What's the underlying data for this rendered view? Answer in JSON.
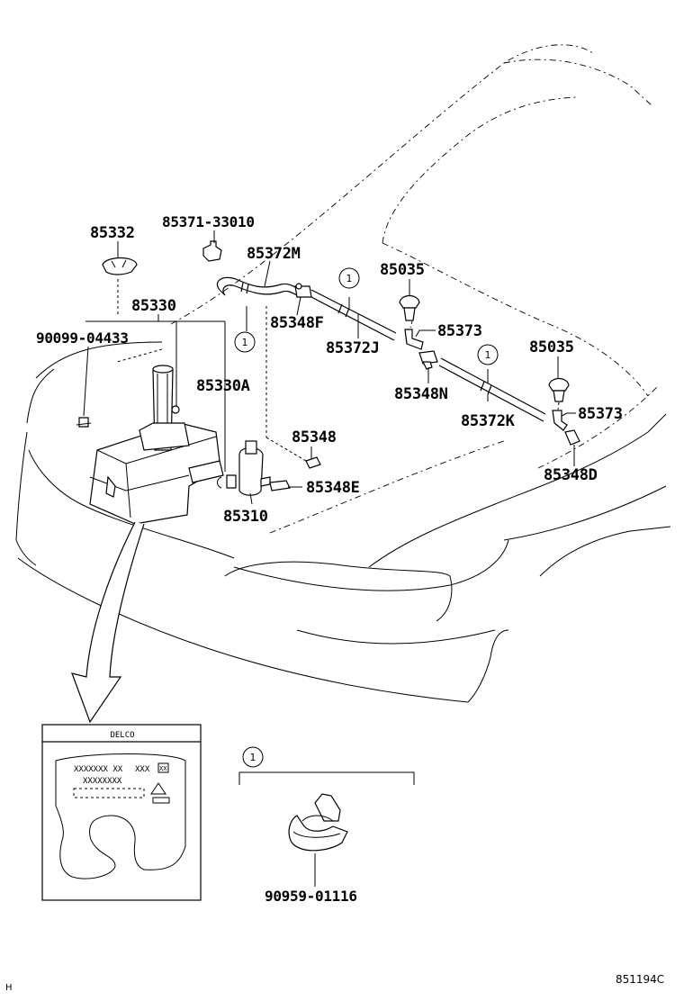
{
  "labels": {
    "p85332": "85332",
    "p85371": "85371-33010",
    "p85372M": "85372M",
    "p85330": "85330",
    "p90099": "90099-04433",
    "p85348F": "85348F",
    "p85372J": "85372J",
    "p85035a": "85035",
    "p85373a": "85373",
    "p85330A": "85330A",
    "p85348N": "85348N",
    "p85035b": "85035",
    "p85372K": "85372K",
    "p85373b": "85373",
    "p85348": "85348",
    "p85348E": "85348E",
    "p85310": "85310",
    "p85348D": "85348D",
    "p90959": "90959-01116"
  },
  "callout": "1",
  "inset": {
    "brand": "DELCO",
    "line1a": "XXXXXXX XX",
    "line1b": "XXX",
    "line1c": "XX",
    "line2": "XXXXXXXX"
  },
  "figure_code": "851194C",
  "corner_mark": "H"
}
